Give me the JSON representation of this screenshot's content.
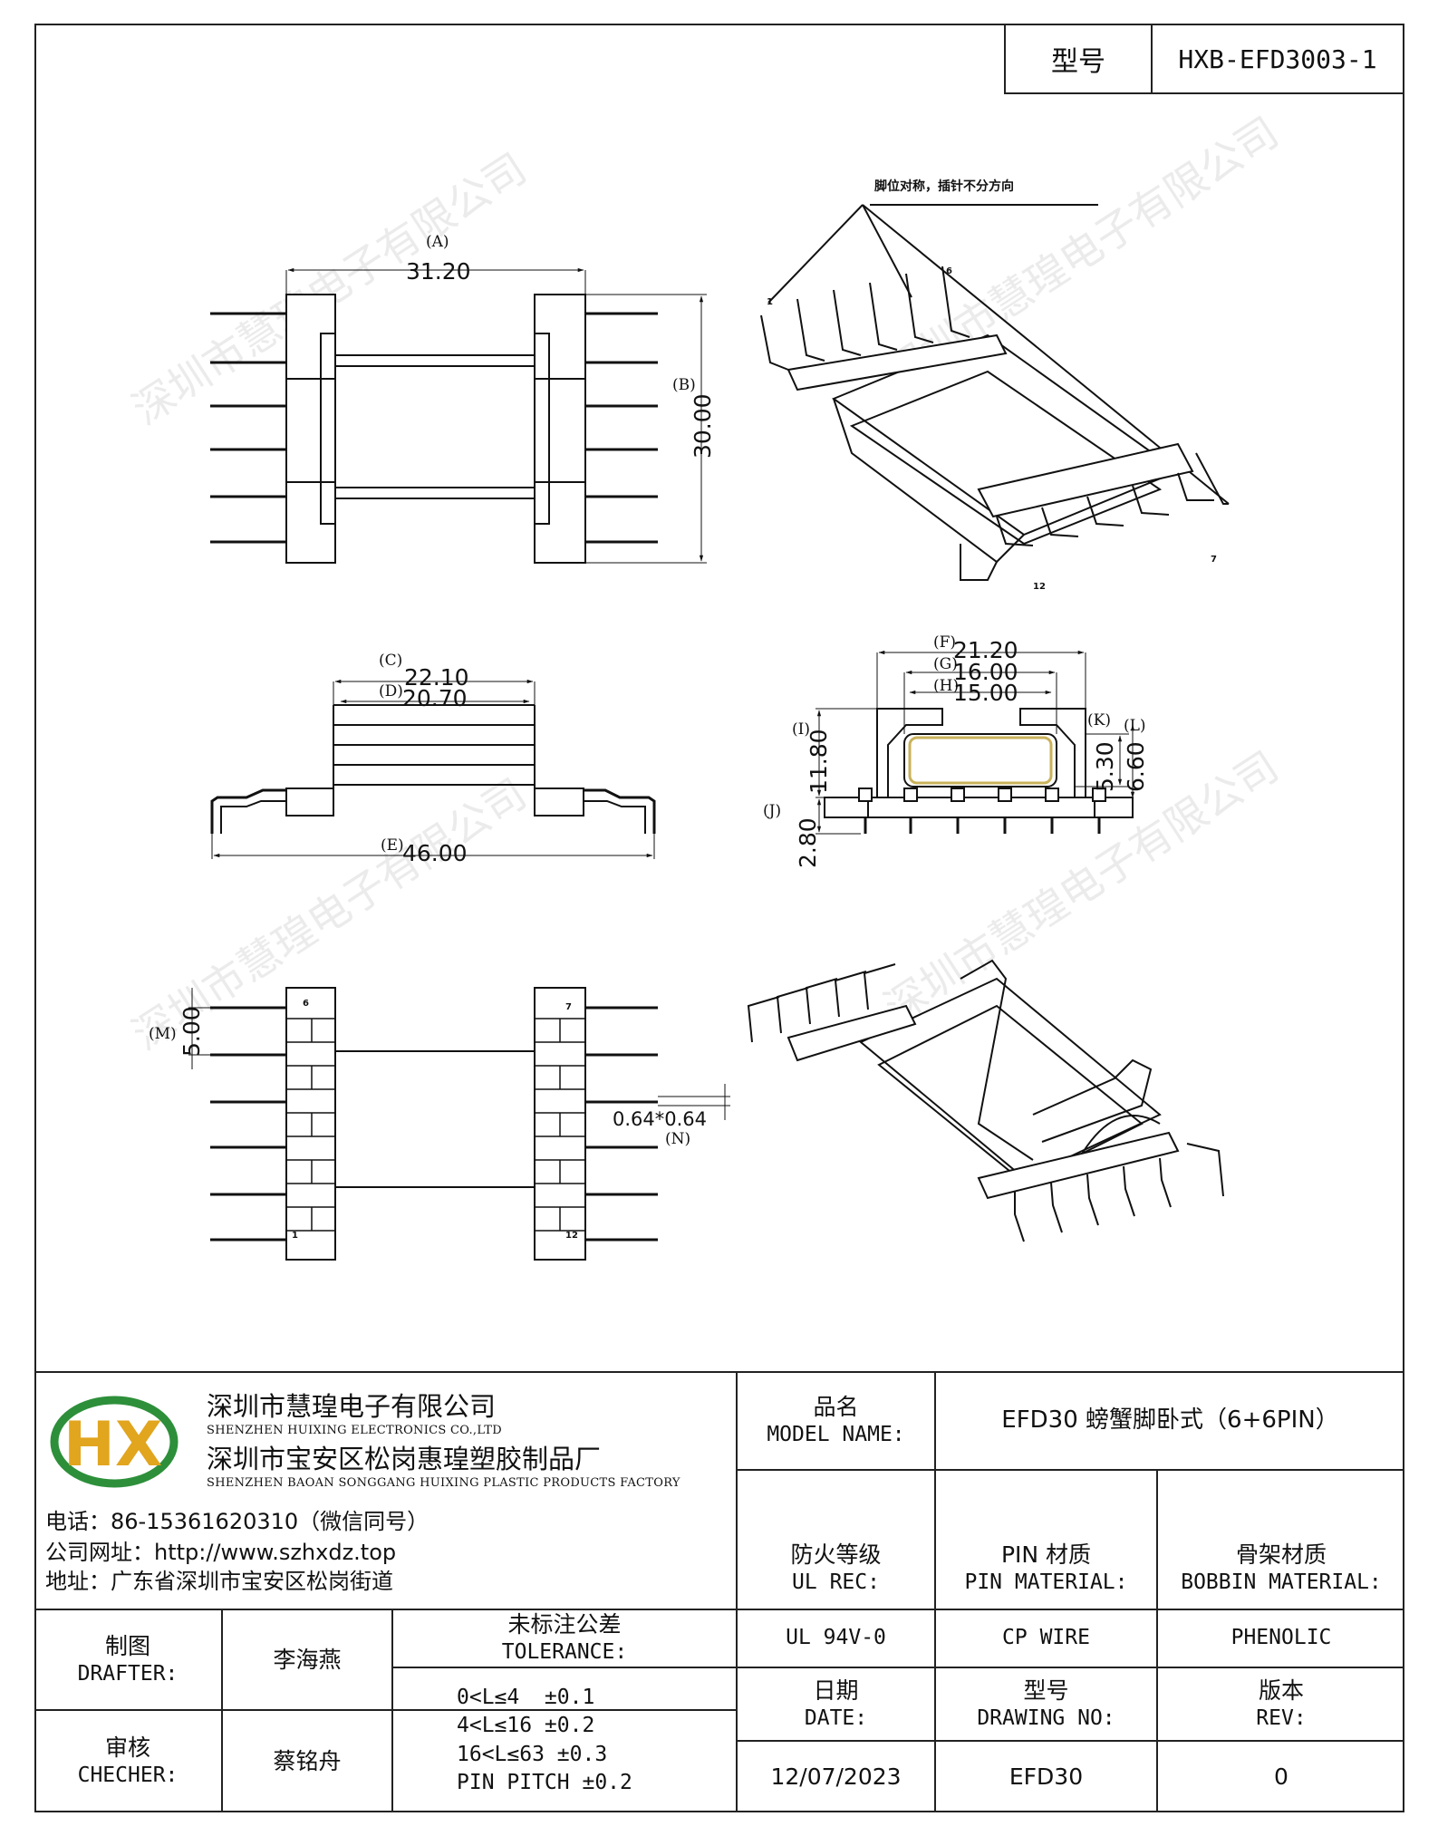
{
  "title_block": {
    "label": "型号",
    "value": "HXB-EFD3003-1"
  },
  "drawing": {
    "note": "脚位对称，插针不分方向",
    "dims": {
      "A": {
        "label": "(A)",
        "value": "31.20"
      },
      "B": {
        "label": "(B)",
        "value": "30.00"
      },
      "C": {
        "label": "(C)",
        "value": "22.10"
      },
      "D": {
        "label": "(D)",
        "value": "20.70"
      },
      "E": {
        "label": "(E)",
        "value": "46.00"
      },
      "F": {
        "label": "(F)",
        "value": "21.20"
      },
      "G": {
        "label": "(G)",
        "value": "16.00"
      },
      "H": {
        "label": "(H)",
        "value": "15.00"
      },
      "I": {
        "label": "(I)",
        "value": "11.80"
      },
      "J": {
        "label": "(J)",
        "value": "2.80"
      },
      "K": {
        "label": "(K)",
        "value": "5.30"
      },
      "L": {
        "label": "(L)",
        "value": "6.60"
      },
      "M": {
        "label": "(M)",
        "value": "5.00"
      },
      "N": {
        "label": "(N)",
        "value": "0.64*0.64"
      }
    },
    "pin_numbers": {
      "p1": "1",
      "p6": "6",
      "p7": "7",
      "p12": "12"
    },
    "watermark": "深圳市慧瑝电子有限公司"
  },
  "company": {
    "name_cn": "深圳市慧瑝电子有限公司",
    "name_en": "SHENZHEN HUIXING ELECTRONICS CO.,LTD",
    "factory_cn": "深圳市宝安区松岗惠瑝塑胶制品厂",
    "factory_en": "SHENZHEN BAOAN SONGGANG HUIXING PLASTIC PRODUCTS FACTORY",
    "phone": "电话：86-15361620310（微信同号）",
    "website": "公司网址：http://www.szhxdz.top",
    "address": "地址：广东省深圳市宝安区松岗街道",
    "logo_text": "HX"
  },
  "table": {
    "model_name_cn": "品名",
    "model_name_en": "MODEL NAME:",
    "model_name_value": "EFD30 螃蟹脚卧式（6+6PIN）",
    "ul_cn": "防火等级",
    "ul_en": "UL REC:",
    "pin_cn": "PIN 材质",
    "pin_en": "PIN MATERIAL:",
    "bobbin_cn": "骨架材质",
    "bobbin_en": "BOBBIN MATERIAL:",
    "ul_value": "UL 94V-0",
    "pin_value": "CP WIRE",
    "bobbin_value": "PHENOLIC",
    "drafter_cn": "制图",
    "drafter_en": "DRAFTER:",
    "drafter_value": "李海燕",
    "checker_cn": "审核",
    "checker_en": "CHECHER:",
    "checker_value": "蔡铭舟",
    "tolerance_cn": "未标注公差",
    "tolerance_en": "TOLERANCE:",
    "tolerance_lines": [
      "0<L≤4  ±0.1",
      "4<L≤16 ±0.2",
      "16<L≤63 ±0.3",
      "PIN PITCH ±0.2"
    ],
    "date_cn": "日期",
    "date_en": "DATE:",
    "drawing_no_cn": "型号",
    "drawing_no_en": "DRAWING NO:",
    "rev_cn": "版本",
    "rev_en": "REV:",
    "date_value": "12/07/2023",
    "drawing_no_value": "EFD30",
    "rev_value": "0"
  }
}
